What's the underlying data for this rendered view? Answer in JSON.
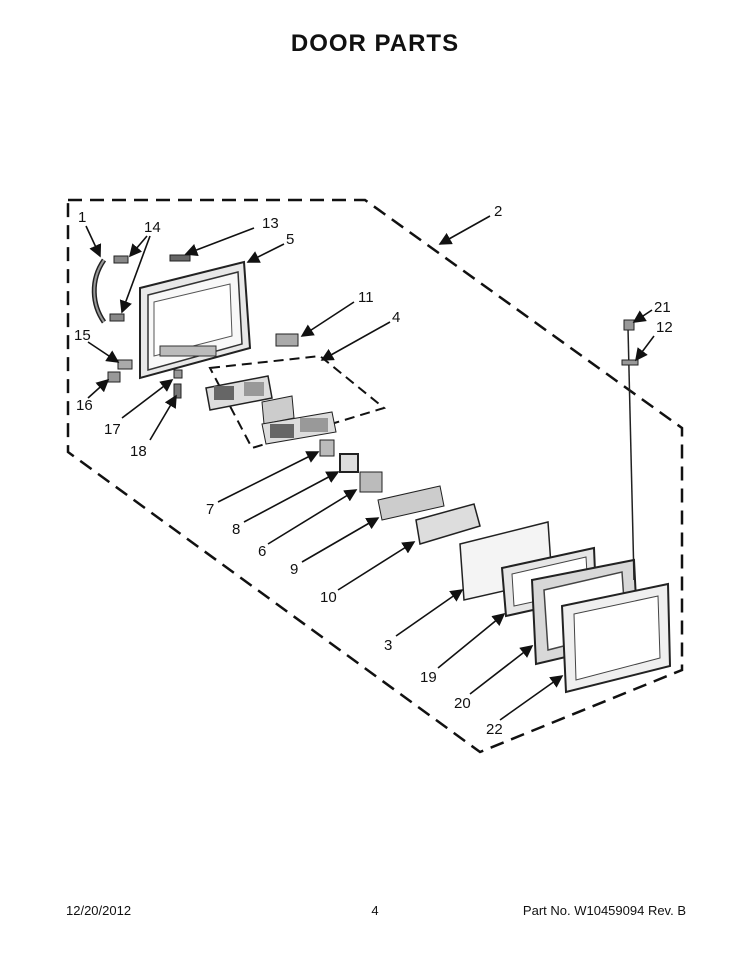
{
  "title": "DOOR PARTS",
  "callouts": [
    "1",
    "2",
    "3",
    "4",
    "5",
    "6",
    "7",
    "8",
    "9",
    "10",
    "11",
    "12",
    "13",
    "14",
    "15",
    "16",
    "17",
    "18",
    "19",
    "20",
    "21",
    "22"
  ],
  "footer": {
    "date": "12/20/2012",
    "page": "4",
    "part_no": "Part No.  W10459094  Rev.  B"
  }
}
